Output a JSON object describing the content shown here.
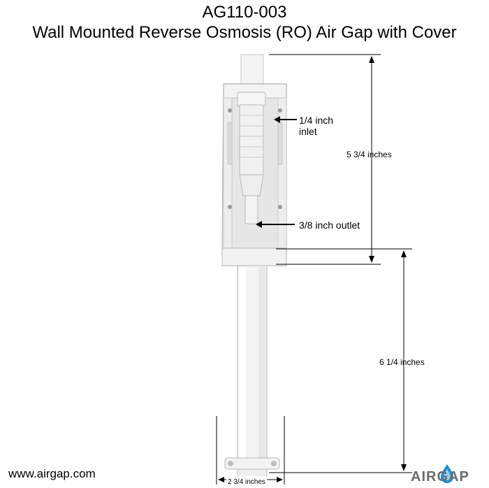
{
  "header": {
    "model": "AG110-003",
    "title": "Wall Mounted Reverse Osmosis (RO) Air Gap with Cover"
  },
  "labels": {
    "inlet_line1": "1/4 inch",
    "inlet_line2": "inlet",
    "outlet": "3/8 inch outlet",
    "dim_top": "5 3/4 inches",
    "dim_tube": "6 1/4 inches",
    "dim_width": "2 3/4 inches"
  },
  "footer": {
    "website": "www.airgap.com",
    "logo_text": "AIRGAP"
  },
  "colors": {
    "body": "#f2f2f2",
    "outline": "#b8b8b8",
    "shadow": "#d9d9d9",
    "logo_drop": "#1a8fd6",
    "logo_text": "#6b6b6b"
  }
}
